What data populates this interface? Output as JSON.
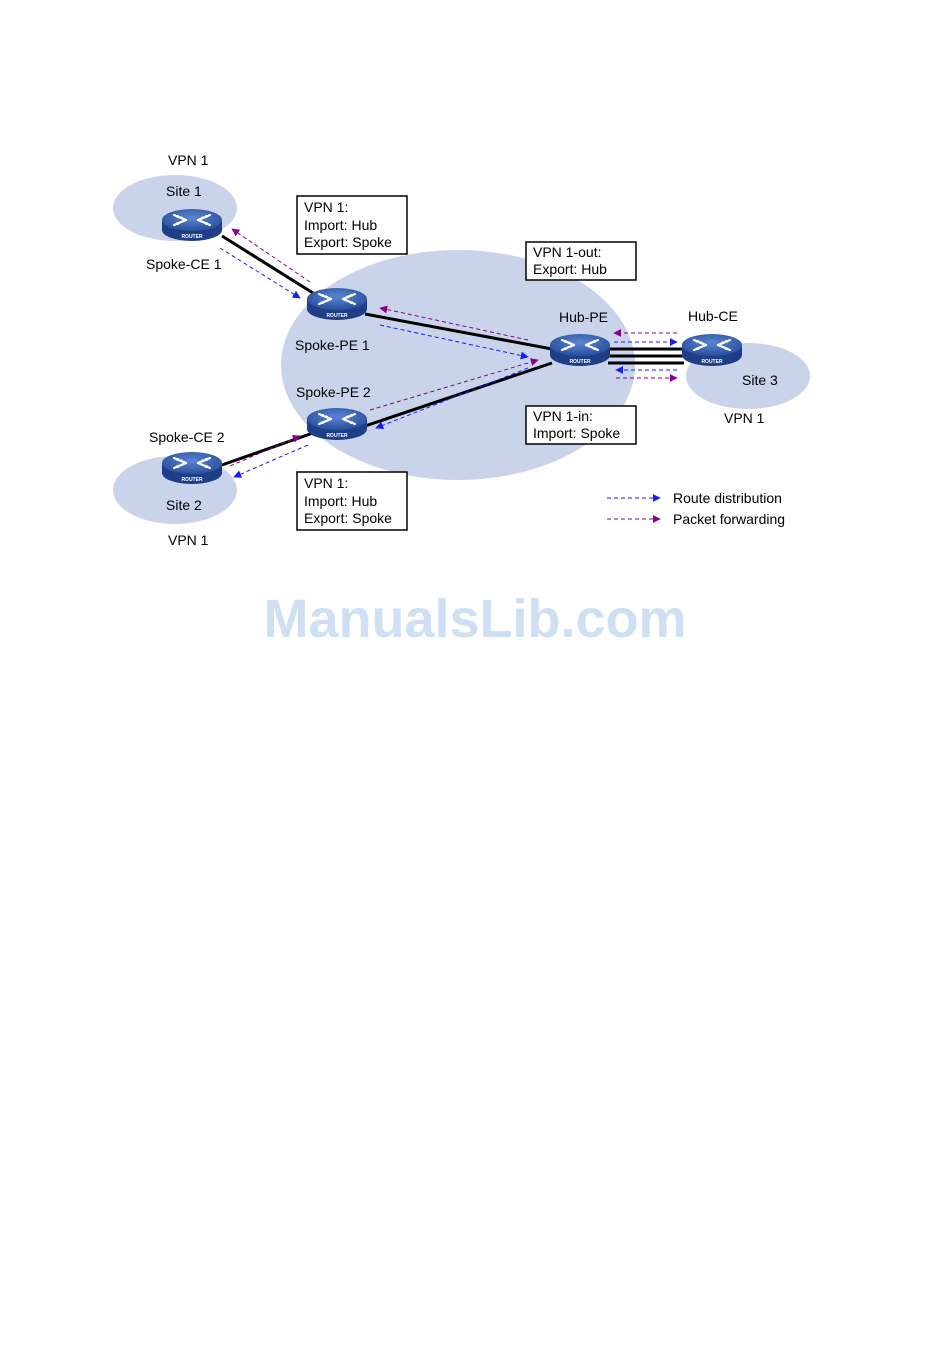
{
  "sites": {
    "site1": {
      "name": "Site 1",
      "vpn": "VPN 1"
    },
    "site2": {
      "name": "Site 2",
      "vpn": "VPN 1"
    },
    "site3": {
      "name": "Site 3",
      "vpn": "VPN 1"
    }
  },
  "devices": {
    "spoke_ce1": "Spoke-CE 1",
    "spoke_ce2": "Spoke-CE 2",
    "spoke_pe1": "Spoke-PE 1",
    "spoke_pe2": "Spoke-PE 2",
    "hub_pe": "Hub-PE",
    "hub_ce": "Hub-CE",
    "router_caption": "ROUTER"
  },
  "boxes": {
    "pe1_vpn": {
      "line1": "VPN 1:",
      "line2": "Import: Hub",
      "line3": "Export: Spoke"
    },
    "pe2_vpn": {
      "line1": "VPN 1:",
      "line2": "Import: Hub",
      "line3": "Export: Spoke"
    },
    "hub_out": {
      "line1": "VPN 1-out:",
      "line2": "Export: Hub"
    },
    "hub_in": {
      "line1": "VPN 1-in:",
      "line2": "Import: Spoke"
    }
  },
  "legend": {
    "route": "Route distribution",
    "packet": "Packet forwarding"
  },
  "colors": {
    "route": "#1a1aff",
    "packet": "#8b008b",
    "site_fill": "#c9d3ea",
    "router_blue": "#2f57a8"
  },
  "watermark": "ManualsLib.com"
}
